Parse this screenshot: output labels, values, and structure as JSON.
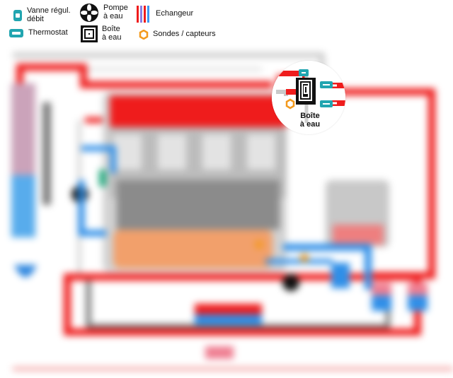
{
  "legend": {
    "items": [
      {
        "icon": "valve-icon",
        "label": "Vanne régul.\ndébit"
      },
      {
        "icon": "pump-icon",
        "label": "Pompe\nà eau"
      },
      {
        "icon": "heat-exchanger-icon",
        "label": "Echangeur"
      },
      {
        "icon": "thermostat-icon",
        "label": "Thermostat"
      },
      {
        "icon": "water-box-icon",
        "label": "Boîte\nà eau"
      },
      {
        "icon": "sensor-icon",
        "label": "Sondes / capteurs"
      }
    ]
  },
  "zoom": {
    "label": "Boîte\nà eau"
  },
  "colors": {
    "hot": "#ef1c1c",
    "cold": "#2f8fe8",
    "engine_gray": "#b9b9b9",
    "oil": "#f2a06b",
    "teal": "#21a5b0",
    "orange": "#f39a1e",
    "dark": "#111111"
  }
}
